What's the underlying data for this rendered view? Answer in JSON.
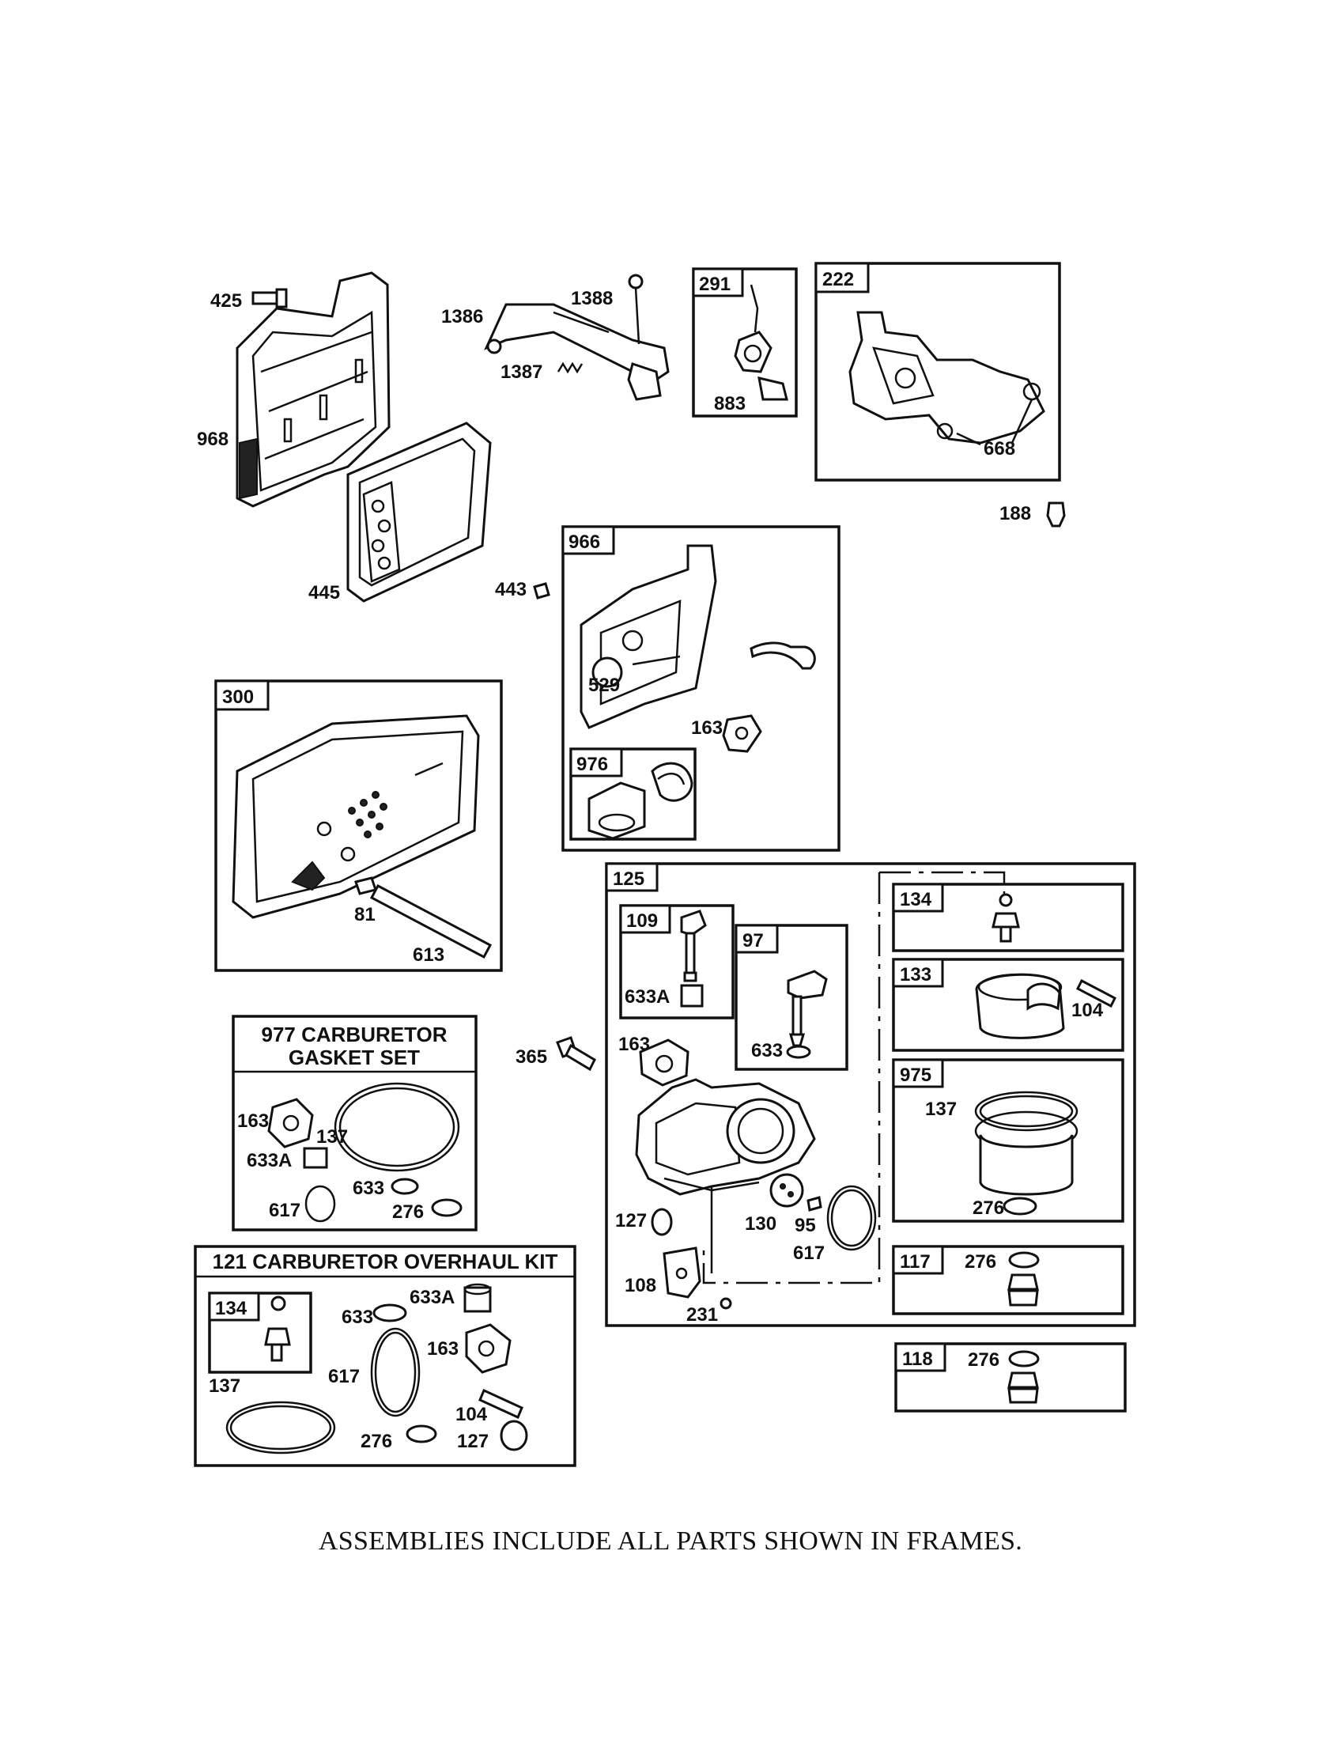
{
  "footer_note": "ASSEMBLIES INCLUDE ALL PARTS SHOWN IN FRAMES.",
  "colors": {
    "ink": "#111111",
    "paper": "#ffffff"
  },
  "assemblies": {
    "a291": {
      "tag": "291",
      "parts": [
        "883"
      ]
    },
    "a222": {
      "tag": "222",
      "parts": [
        "668"
      ]
    },
    "a966": {
      "tag": "966",
      "parts": [
        "529",
        "163"
      ]
    },
    "a976": {
      "tag": "976"
    },
    "a300": {
      "tag": "300",
      "parts": [
        "81",
        "613"
      ]
    },
    "a977": {
      "title_line1": "977 CARBURETOR",
      "title_line2": "GASKET SET",
      "parts": [
        "163",
        "137",
        "633A",
        "617",
        "633",
        "276"
      ]
    },
    "a121": {
      "title": "121 CARBURETOR OVERHAUL KIT",
      "sub_tag": "134",
      "parts": [
        "633",
        "633A",
        "163",
        "137",
        "617",
        "104",
        "276",
        "127"
      ]
    },
    "a125": {
      "tag": "125",
      "parts": [
        "163",
        "127",
        "130",
        "95",
        "617",
        "108",
        "231"
      ]
    },
    "a109": {
      "tag": "109",
      "parts": [
        "633A"
      ]
    },
    "a97": {
      "tag": "97",
      "parts": [
        "633"
      ]
    },
    "a134": {
      "tag": "134"
    },
    "a133": {
      "tag": "133",
      "parts": [
        "104"
      ]
    },
    "a975": {
      "tag": "975",
      "parts": [
        "137",
        "276"
      ]
    },
    "a117": {
      "tag": "117",
      "parts": [
        "276"
      ]
    },
    "a118": {
      "tag": "118",
      "parts": [
        "276"
      ]
    }
  },
  "loose_parts": [
    "425",
    "968",
    "445",
    "1386",
    "1388",
    "1387",
    "188",
    "443",
    "365"
  ]
}
